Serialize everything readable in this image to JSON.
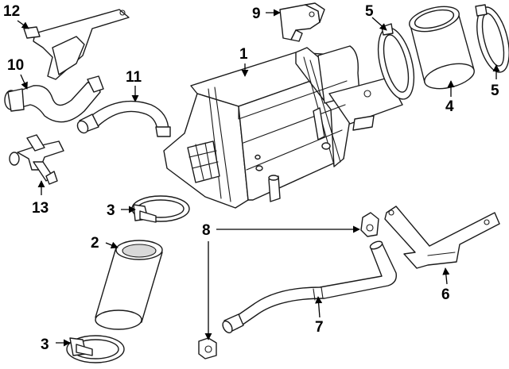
{
  "callouts": [
    {
      "id": "c1",
      "label": "1"
    },
    {
      "id": "c2",
      "label": "2"
    },
    {
      "id": "c3a",
      "label": "3"
    },
    {
      "id": "c3b",
      "label": "3"
    },
    {
      "id": "c4",
      "label": "4"
    },
    {
      "id": "c5a",
      "label": "5"
    },
    {
      "id": "c5b",
      "label": "5"
    },
    {
      "id": "c6",
      "label": "6"
    },
    {
      "id": "c7",
      "label": "7"
    },
    {
      "id": "c8",
      "label": "8"
    },
    {
      "id": "c9",
      "label": "9"
    },
    {
      "id": "c10",
      "label": "10"
    },
    {
      "id": "c11",
      "label": "11"
    },
    {
      "id": "c12",
      "label": "12"
    },
    {
      "id": "c13",
      "label": "13"
    }
  ]
}
